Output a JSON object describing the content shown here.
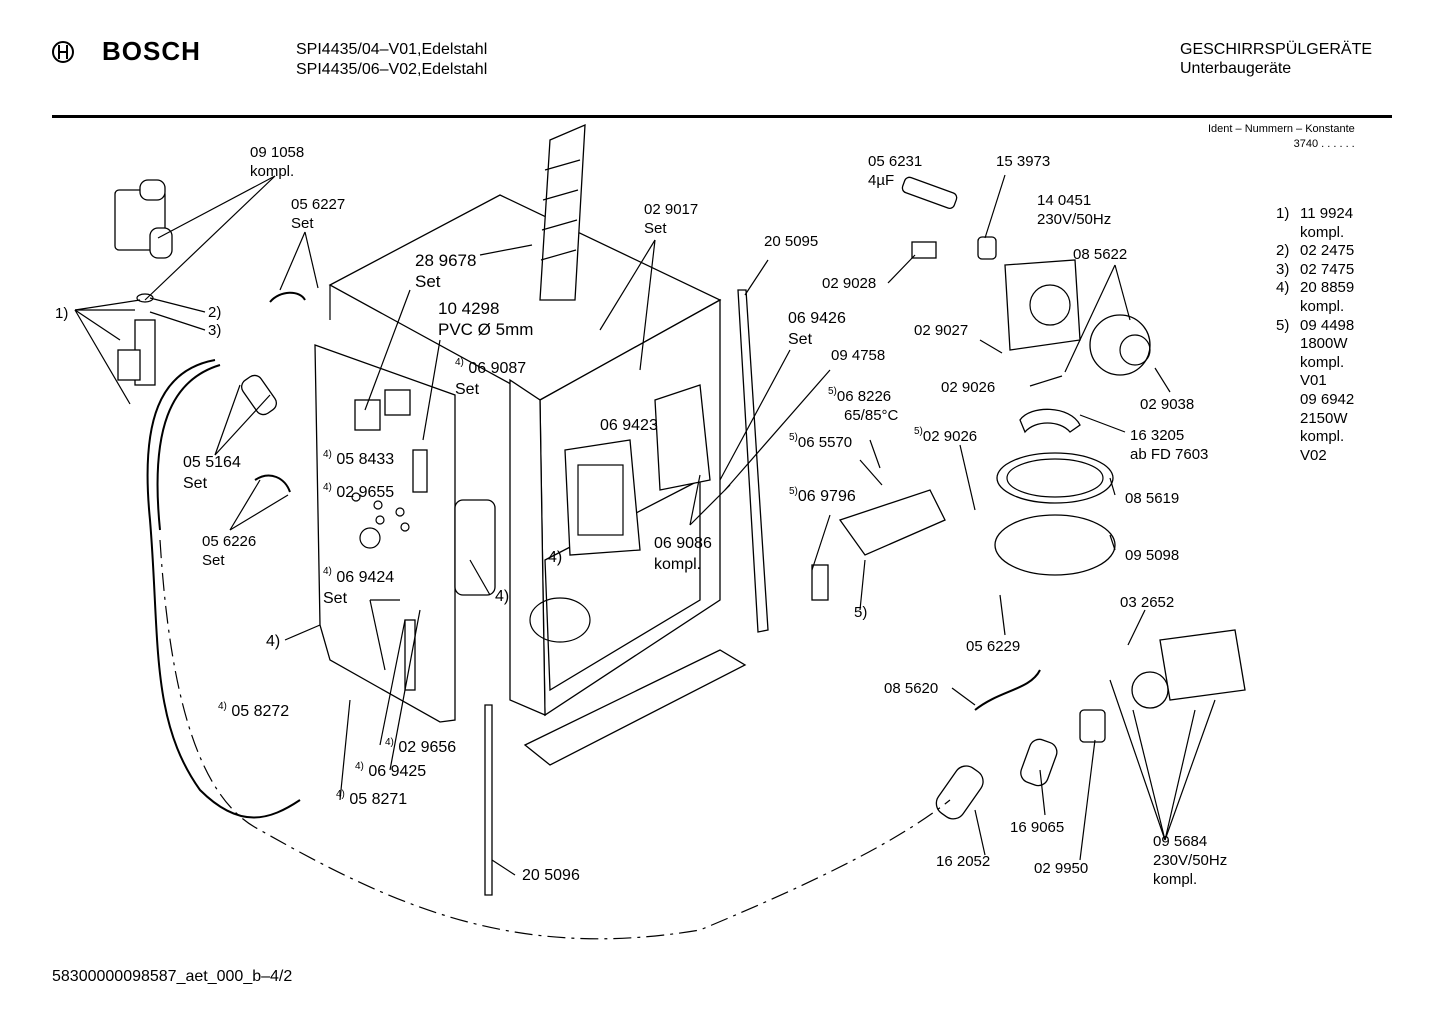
{
  "header": {
    "brand": "BOSCH",
    "model_line1": "SPI4435/04–V01,Edelstahl",
    "model_line2": "SPI4435/06–V02,Edelstahl",
    "category_line1": "GESCHIRRSPÜLGERÄTE",
    "category_line2": "Unterbaugeräte",
    "ident_title": "Ident – Nummern – Konstante",
    "ident_value": "3740  .  .  .  .  .  ."
  },
  "labels": {
    "p091058": "09 1058",
    "p091058b": "kompl.",
    "p056227": "05 6227",
    "p056227b": "Set",
    "p289678": "28 9678",
    "p289678b": "Set",
    "p104298": "10 4298",
    "p104298b": "PVC Ø 5mm",
    "p069087": "06 9087",
    "p069087b": "Set",
    "p029017": "02 9017",
    "p029017b": "Set",
    "p205095": "20 5095",
    "p069426": "06 9426",
    "p069426b": "Set",
    "p094758": "09 4758",
    "p069423": "06 9423",
    "p069086": "06 9086",
    "p069086b": "kompl.",
    "p055164": "05 5164",
    "p055164b": "Set",
    "p056226": "05 6226",
    "p056226b": "Set",
    "p058433": "05 8433",
    "p029655": "02 9655",
    "p069424": "06 9424",
    "p069424b": "Set",
    "p058272": "05 8272",
    "p029656": "02 9656",
    "p069425": "06 9425",
    "p058271": "05 8271",
    "p205096": "20 5096",
    "c1": "1)",
    "c2": "2)",
    "c3": "3)",
    "c4a": "4)",
    "c4b": "4)",
    "c4c": "4)",
    "c4d": "4)",
    "s4": "4)",
    "s5": "5)",
    "p056231": "05 6231",
    "p056231b": "4µF",
    "p153973": "15 3973",
    "p140451": "14 0451",
    "p140451b": "230V/50Hz",
    "p029028": "02 9028",
    "p085622": "08 5622",
    "p029027": "02 9027",
    "p029026a": "02 9026",
    "p029038": "02 9038",
    "p068226": "06 8226",
    "p068226b": "65/85°C",
    "p065570": "06 5570",
    "p029026b": "02 9026",
    "p163205": "16 3205",
    "p163205b": "ab FD 7603",
    "p069796": "06 9796",
    "p085619": "08 5619",
    "p095098": "09 5098",
    "p032652": "03 2652",
    "p056229": "05 6229",
    "p085620": "08 5620",
    "p162052": "16 2052",
    "p169065": "16 9065",
    "p029950": "02 9950",
    "p095684": "09 5684",
    "p095684b": "230V/50Hz",
    "p095684c": "kompl."
  },
  "legend": [
    {
      "key": "1)",
      "value": "11 9924"
    },
    {
      "key": "",
      "value": "kompl."
    },
    {
      "key": "2)",
      "value": "02 2475"
    },
    {
      "key": "3)",
      "value": "02 7475"
    },
    {
      "key": "4)",
      "value": "20 8859"
    },
    {
      "key": "",
      "value": "kompl."
    },
    {
      "key": "5)",
      "value": "09 4498"
    },
    {
      "key": "",
      "value": "1800W"
    },
    {
      "key": "",
      "value": "kompl."
    },
    {
      "key": "",
      "value": "V01"
    },
    {
      "key": "",
      "value": "09 6942"
    },
    {
      "key": "",
      "value": "2150W"
    },
    {
      "key": "",
      "value": "kompl."
    },
    {
      "key": "",
      "value": "V02"
    }
  ],
  "footer": "58300000098587_aet_000_b–4/2"
}
